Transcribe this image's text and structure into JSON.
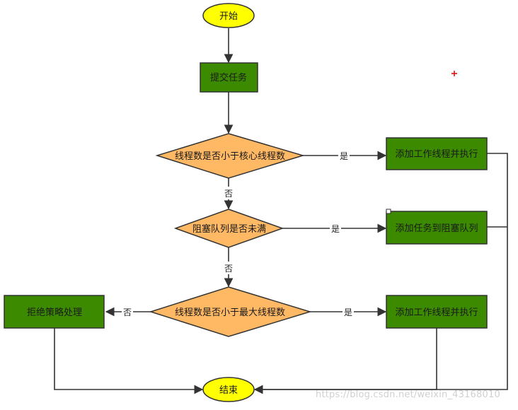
{
  "nodes": {
    "start": "开始",
    "submit": "提交任务",
    "check_core": "线程数是否小于核心线程数",
    "add_worker_1": "添加工作线程并执行",
    "check_queue": "阻塞队列是否未满",
    "add_to_queue": "添加任务到阻塞队列",
    "check_max": "线程数是否小于最大线程数",
    "add_worker_2": "添加工作线程并执行",
    "reject": "拒绝策略处理",
    "end": "结束"
  },
  "edge_labels": {
    "core_yes": "是",
    "core_no": "否",
    "queue_yes": "是",
    "queue_no": "否",
    "max_yes": "是",
    "max_no": "否"
  },
  "watermark": "https://blog.csdn.net/weixin_43168010",
  "colors": {
    "terminal_fill": "#ffff00",
    "process_fill": "#3b8a00",
    "decision_fill": "#ffb864",
    "line": "#333333"
  }
}
